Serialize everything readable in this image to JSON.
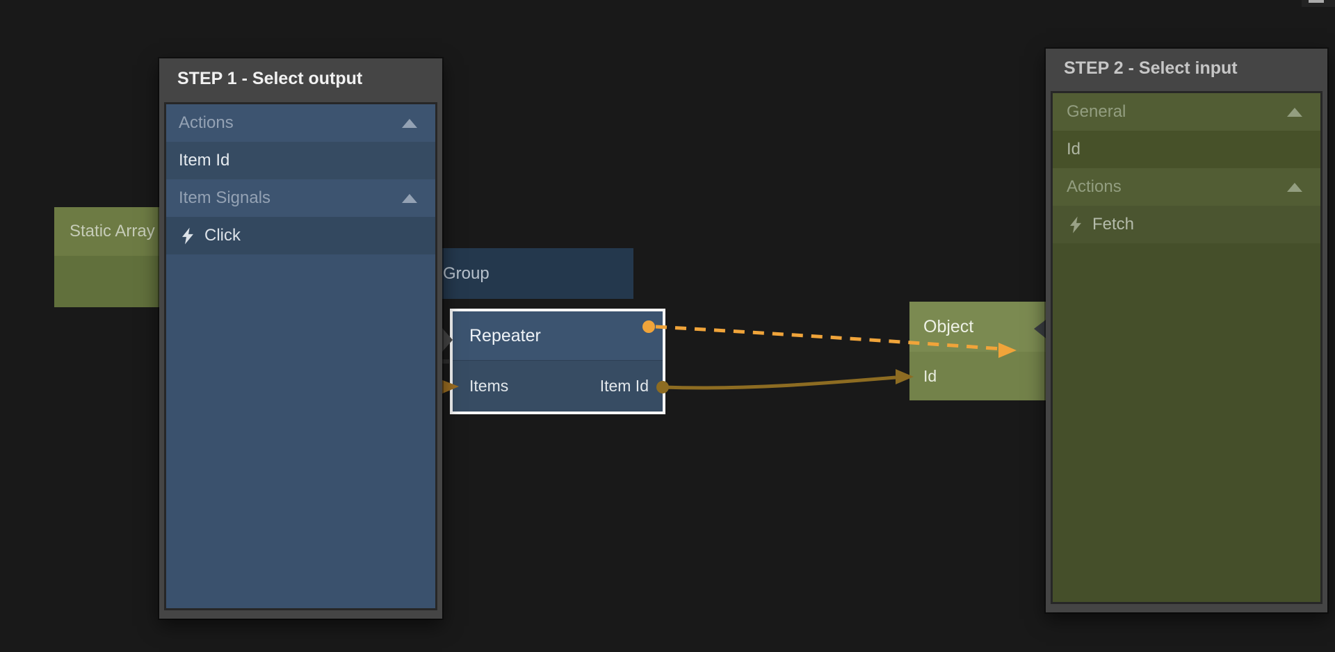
{
  "canvas": {
    "background": "#191919"
  },
  "step1_panel": {
    "title": "STEP 1 - Select output",
    "items": [
      {
        "label": "Actions",
        "type": "group",
        "collapse_arrow": "up"
      },
      {
        "label": "Item Id",
        "type": "item"
      },
      {
        "label": "Item Signals",
        "type": "group",
        "collapse_arrow": "up"
      },
      {
        "label": "Click",
        "type": "signal",
        "icon": "lightning"
      }
    ]
  },
  "step2_panel": {
    "title": "STEP 2 - Select input",
    "items": [
      {
        "label": "General",
        "type": "group",
        "collapse_arrow": "up"
      },
      {
        "label": "Id",
        "type": "item"
      },
      {
        "label": "Actions",
        "type": "group",
        "collapse_arrow": "up"
      },
      {
        "label": "Fetch",
        "type": "signal",
        "icon": "lightning"
      }
    ]
  },
  "nodes": {
    "static_array": {
      "title": "Static Array"
    },
    "group": {
      "title": "Group"
    },
    "repeater": {
      "title": "Repeater",
      "input_port": "Items",
      "output_port": "Item Id"
    },
    "object": {
      "title": "Object",
      "input_port": "Id"
    }
  },
  "connections": {
    "repeater_output_to_object": {
      "style": "dashed",
      "color": "#f0a43a"
    },
    "item_id_to_id": {
      "style": "solid",
      "color": "#8d6c22"
    },
    "into_items": {
      "style": "arrowhead",
      "color": "#9c6e22"
    }
  },
  "colors": {
    "background": "#191919",
    "panel_frame": "#454545",
    "step1_row_group": "#3d5470",
    "step1_row_item": "#364b62",
    "step2_row_group": "#525d34",
    "step2_row_item": "#475129",
    "repeater_header": "#3c5470",
    "object_header": "#7b8a51",
    "accent_orange": "#f0a43a",
    "connection_gold": "#8d6c22"
  }
}
